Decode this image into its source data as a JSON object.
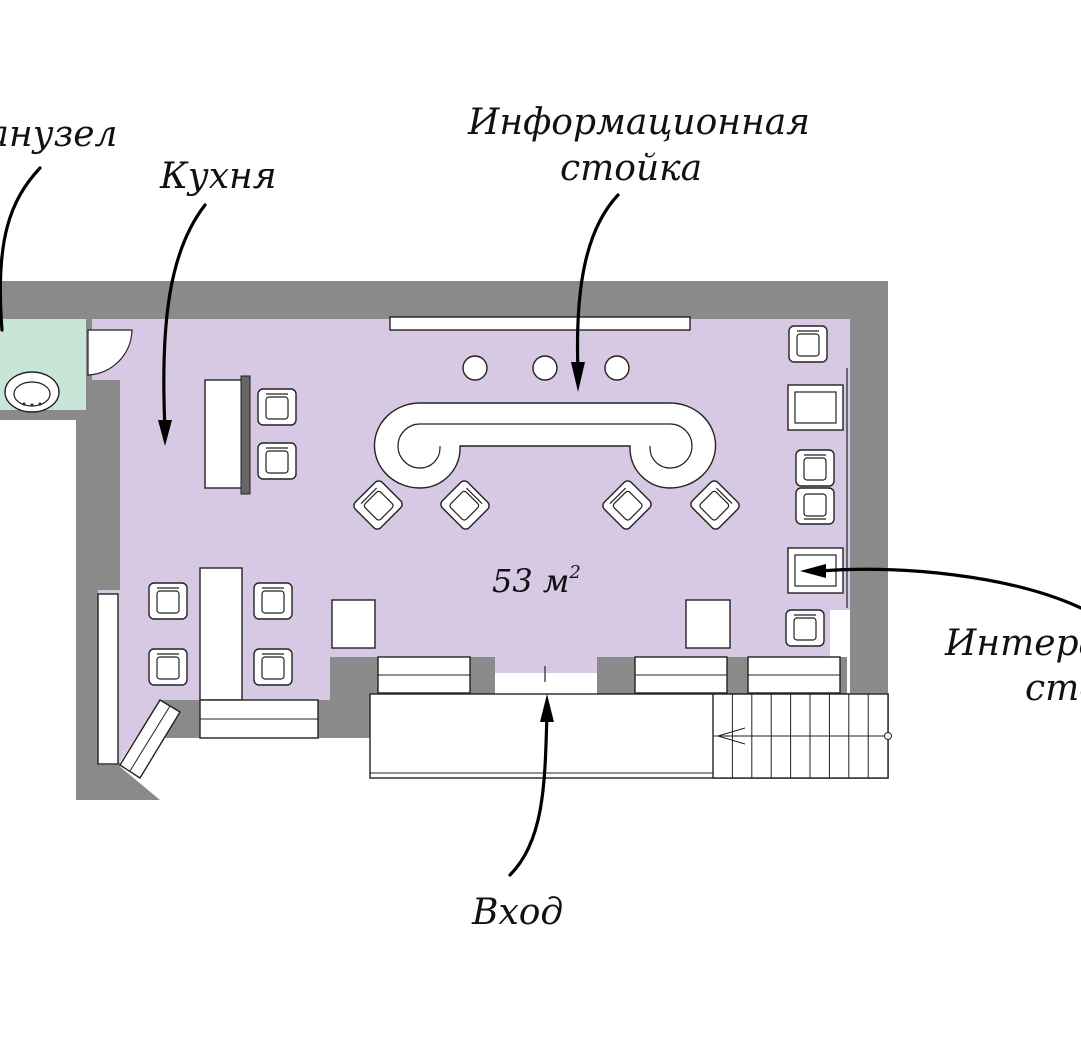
{
  "labels": {
    "bathroom": "Санузел",
    "kitchen": "Кухня",
    "info_desk_line1": "Информационная",
    "info_desk_line2": "стойка",
    "area": "53 м",
    "area_sup": "2",
    "interactive_line1": "Интерактивная",
    "interactive_line2": "стойка",
    "entrance": "Вход"
  },
  "colors": {
    "wall": "#8a8a8a",
    "main_room": "#d7c8e4",
    "bathroom": "#c8e6d8",
    "furniture": "#ffffff",
    "ink": "#111111"
  },
  "icons": [
    "arrow",
    "armchair",
    "bar-stool",
    "sink",
    "stairs",
    "door-swing"
  ]
}
